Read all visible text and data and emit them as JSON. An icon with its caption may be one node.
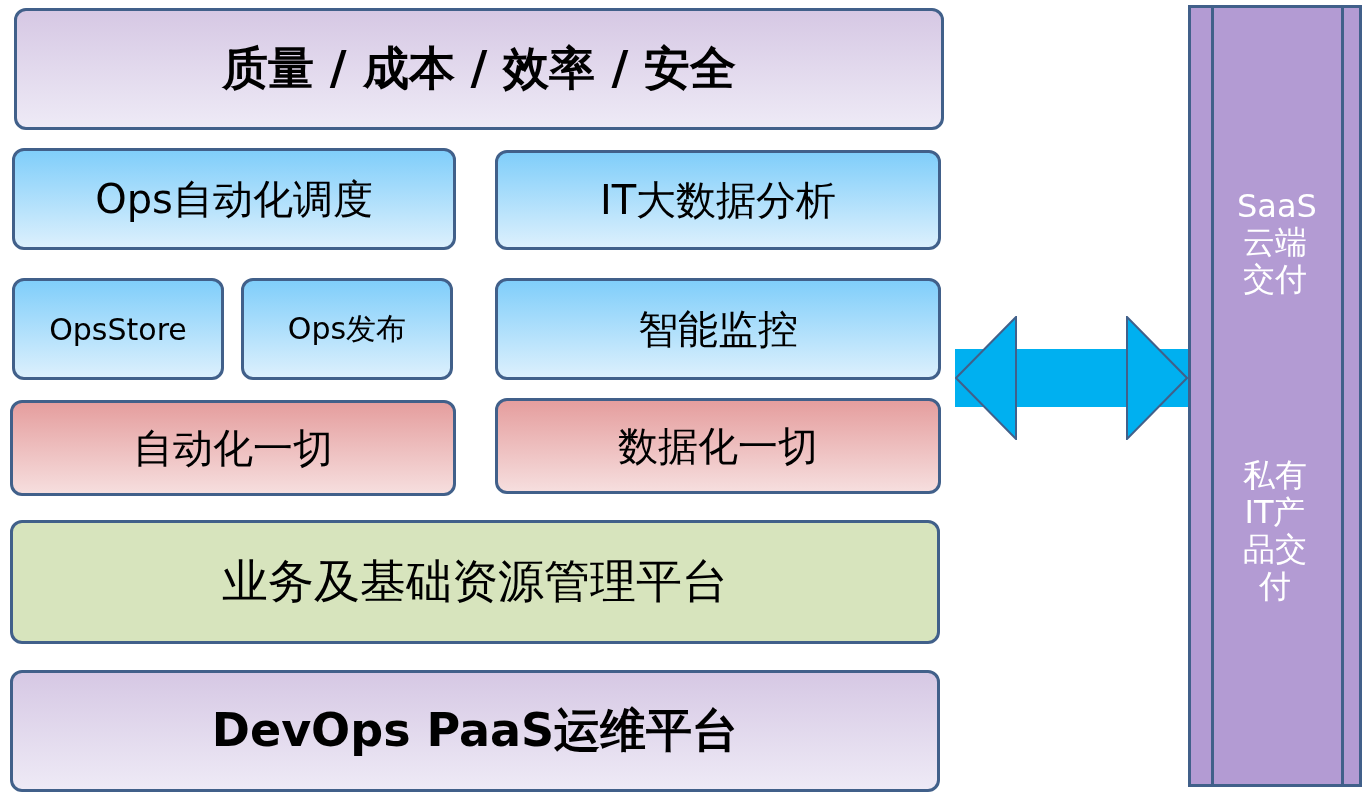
{
  "diagram": {
    "nodes": [
      {
        "text": [
          "质量 / 成本 / 效率 / 安全"
        ]
      },
      {
        "text": [
          "Ops自动化调度"
        ]
      },
      {
        "text": [
          "IT大数据分析"
        ]
      },
      {
        "text": [
          "OpsStore"
        ]
      },
      {
        "text": [
          "Ops发布"
        ]
      },
      {
        "text": [
          "智能监控"
        ]
      },
      {
        "text": [
          "自动化一切"
        ]
      },
      {
        "text": [
          "数据化一切"
        ]
      },
      {
        "text": [
          "业务及基础资源管理平台"
        ]
      },
      {
        "text": [
          "DevOps PaaS运维平台"
        ]
      },
      {
        "text": [
          "SaaS云端交付",
          "私有IT产品交付"
        ]
      }
    ],
    "edges": [
      {
        "from": 7,
        "to": 10,
        "arrow": "both"
      }
    ]
  }
}
